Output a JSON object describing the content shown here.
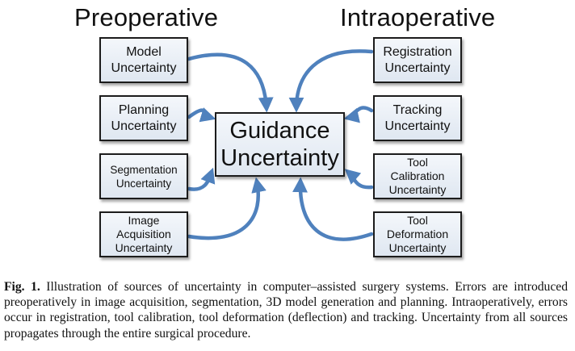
{
  "headings": {
    "preoperative": "Preoperative",
    "intraoperative": "Intraoperative"
  },
  "center": {
    "line1": "Guidance",
    "line2": "Uncertainty"
  },
  "left_boxes": [
    {
      "lines": [
        "Model",
        "Uncertainty"
      ]
    },
    {
      "lines": [
        "Planning",
        "Uncertainty"
      ]
    },
    {
      "lines": [
        "Segmentation",
        "Uncertainty"
      ]
    },
    {
      "lines": [
        "Image",
        "Acquisition",
        "Uncertainty"
      ]
    }
  ],
  "right_boxes": [
    {
      "lines": [
        "Registration",
        "Uncertainty"
      ]
    },
    {
      "lines": [
        "Tracking",
        "Uncertainty"
      ]
    },
    {
      "lines": [
        "Tool",
        "Calibration",
        "Uncertainty"
      ]
    },
    {
      "lines": [
        "Tool",
        "Deformation",
        "Uncertainty"
      ]
    }
  ],
  "caption": {
    "label": "Fig. 1.",
    "text": "Illustration of sources of uncertainty in computer–assisted surgery systems. Errors are introduced preoperatively in image acquisition, segmentation, 3D model generation and planning. Intraoperatively, errors occur in registration, tool calibration, tool deformation (deflection) and tracking. Uncertainty from all sources propagates through the entire surgical procedure."
  },
  "colors": {
    "arrow": "#4f81bd",
    "box_border": "#1c1c1c",
    "box_fill": "#e8eef5"
  }
}
